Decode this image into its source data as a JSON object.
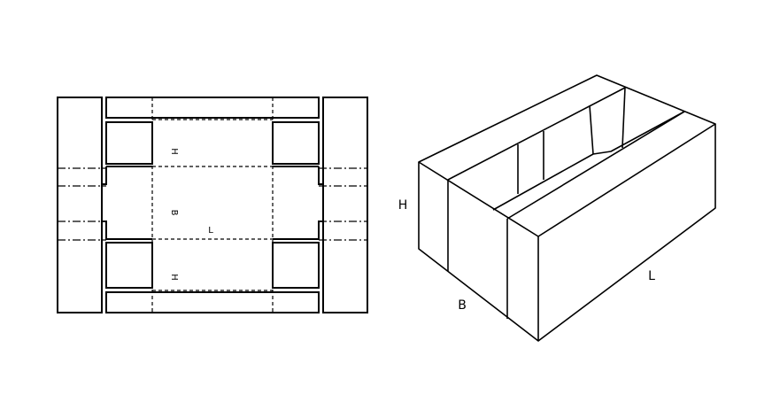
{
  "dieline": {
    "labels": {
      "h_top": "H",
      "b_mid": "B",
      "l_mid": "L",
      "h_bottom": "H"
    }
  },
  "box_3d": {
    "labels": {
      "height": "H",
      "breadth": "B",
      "length": "L"
    }
  }
}
